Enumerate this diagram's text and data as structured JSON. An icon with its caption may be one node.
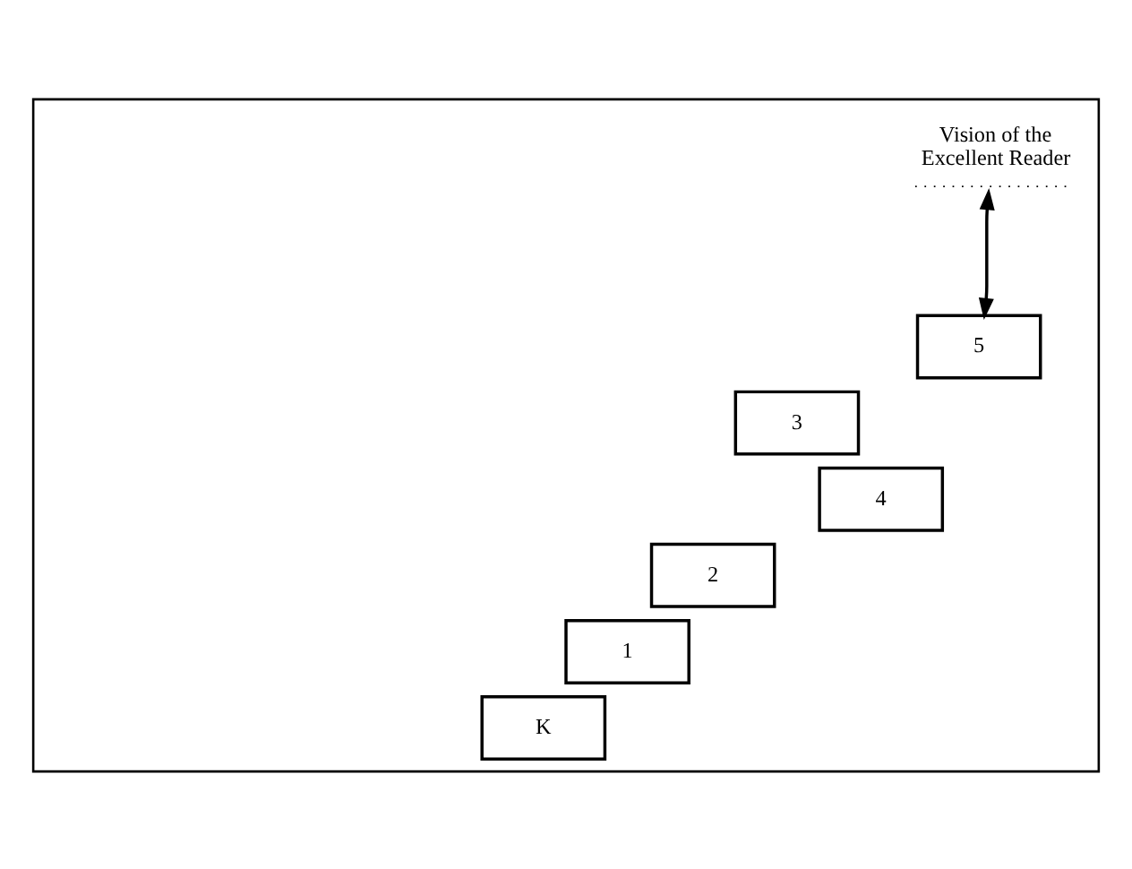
{
  "diagram": {
    "nodes": [
      {
        "text": [],
        "shape": "box"
      },
      {
        "text": [
          "Vision of the Excellent Reader"
        ],
        "in": 0
      },
      {
        "text": [
          "5"
        ],
        "in": 0
      },
      {
        "text": [
          "3"
        ],
        "in": 0
      },
      {
        "text": [
          "4"
        ],
        "in": 0
      },
      {
        "text": [
          "2"
        ],
        "in": 0
      },
      {
        "text": [
          "1"
        ],
        "in": 0
      },
      {
        "text": [
          "K"
        ],
        "in": 0
      }
    ],
    "edges": [
      {
        "from": 2,
        "to": 1,
        "arrow": "both"
      }
    ]
  }
}
